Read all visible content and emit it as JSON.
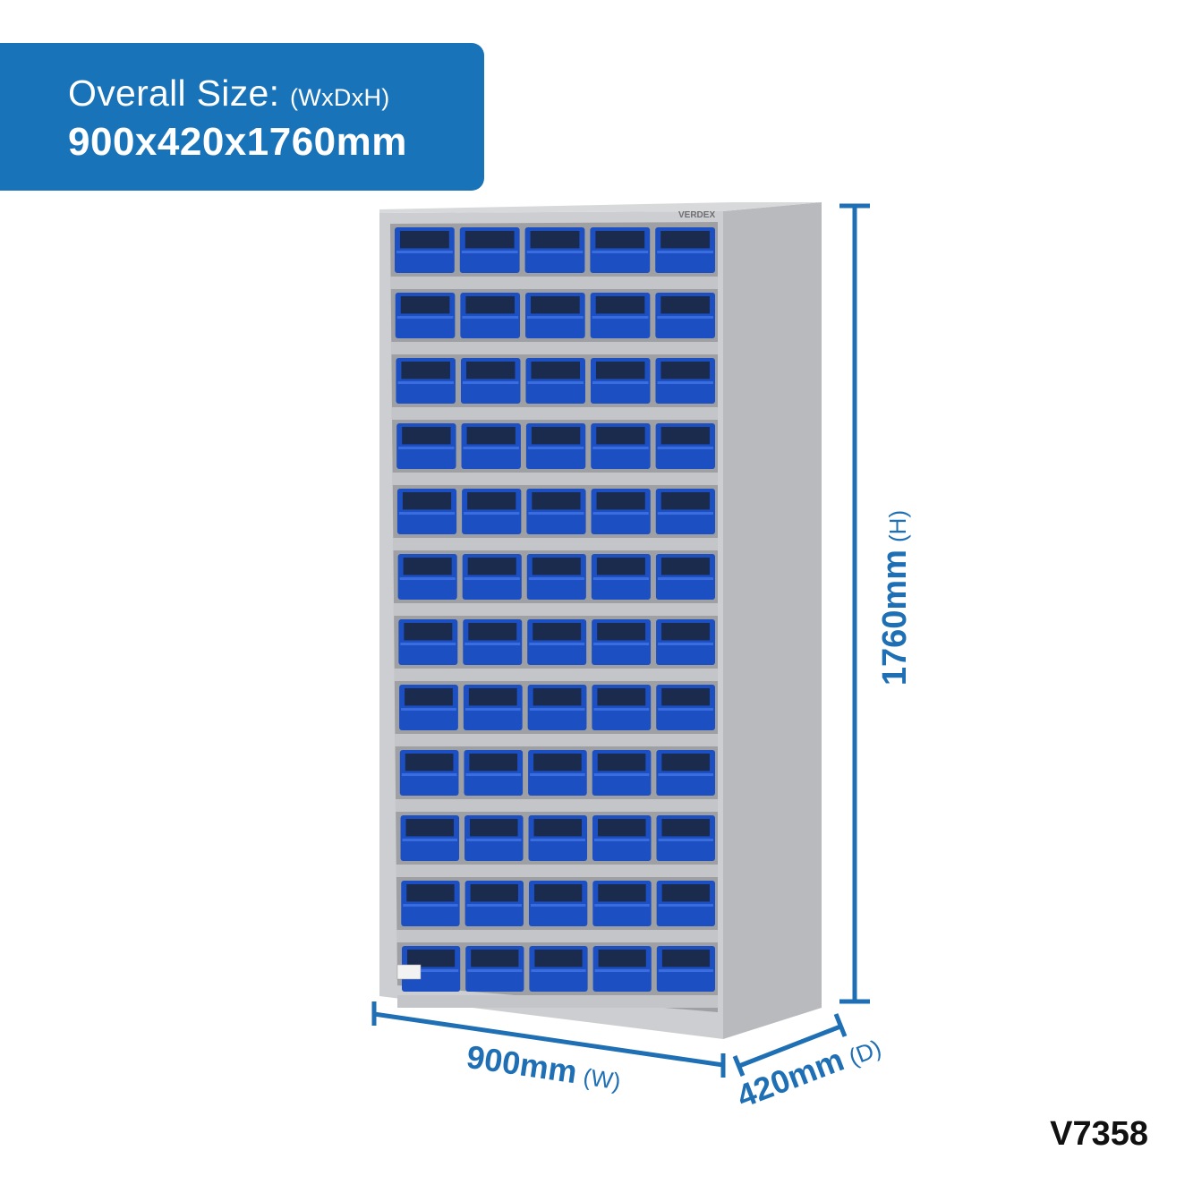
{
  "banner": {
    "label": "Overall Size:",
    "label_suffix": "(WxDxH)",
    "dimensions": "900x420x1760mm"
  },
  "cabinet": {
    "brand": "VERDEX",
    "rows": 12,
    "columns": 5,
    "bin_color": "#1c4fc2",
    "body_color": "#c9cacc"
  },
  "dimensions": {
    "width_value": "900mm",
    "width_unit": "(W)",
    "depth_value": "420mm",
    "depth_unit": "(D)",
    "height_value": "1760mm",
    "height_unit": "(H)"
  },
  "product_code": "V7358",
  "colors": {
    "accent": "#1873b9",
    "dimension_line": "#1f6fb4"
  }
}
